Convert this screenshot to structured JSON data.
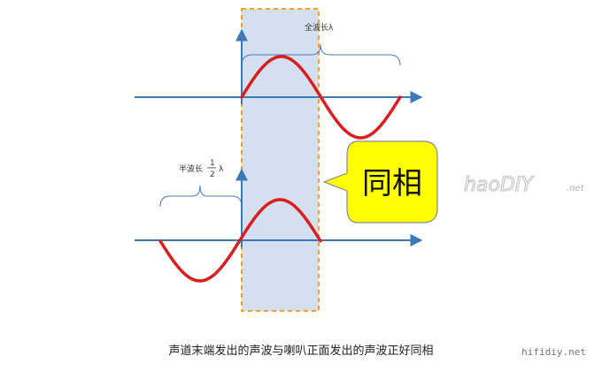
{
  "labels": {
    "full_wavelength": "全波长λ",
    "half_wavelength_prefix": "半波长",
    "half_fraction_num": "1",
    "half_fraction_den": "2",
    "lambda": "λ",
    "in_phase": "同相",
    "caption": "声道末端发出的声波与喇叭正面发出的声波正好同相",
    "watermark_logo": "haoDIY",
    "watermark_logo_suffix": ".net",
    "watermark_site": "hifidiy.net"
  },
  "colors": {
    "axis": "#3a78b8",
    "wave": "#d81e1e",
    "highlight_fill": "#d4dff0",
    "highlight_border": "#f0a030",
    "callout_fill": "#ffff00",
    "brace": "#4a7ab8"
  }
}
